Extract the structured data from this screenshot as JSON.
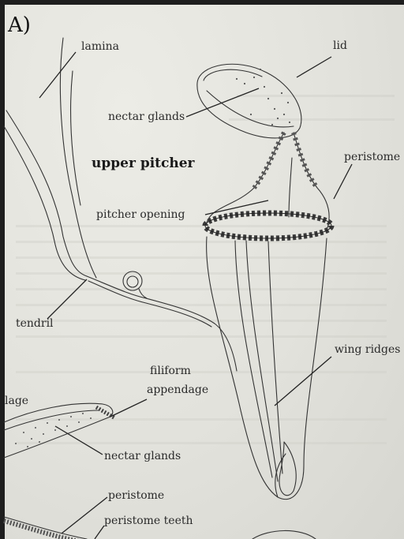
{
  "panel_label": "A)",
  "title": "upper pitcher",
  "labels": {
    "lamina": "lamina",
    "lid": "lid",
    "nectar_glands_top": "nectar glands",
    "peristome_right": "peristome",
    "pitcher_opening": "pitcher opening",
    "tendril": "tendril",
    "wing_ridges": "wing ridges",
    "filiform_1": "filiform",
    "filiform_2": "appendage",
    "lage": "lage",
    "nectar_glands_bottom": "nectar glands",
    "peristome_bottom": "peristome",
    "peristome_teeth": "peristome teeth"
  },
  "colors": {
    "paper": "#e4e4de",
    "ink": "#333333",
    "frame": "#1e1e1e"
  }
}
